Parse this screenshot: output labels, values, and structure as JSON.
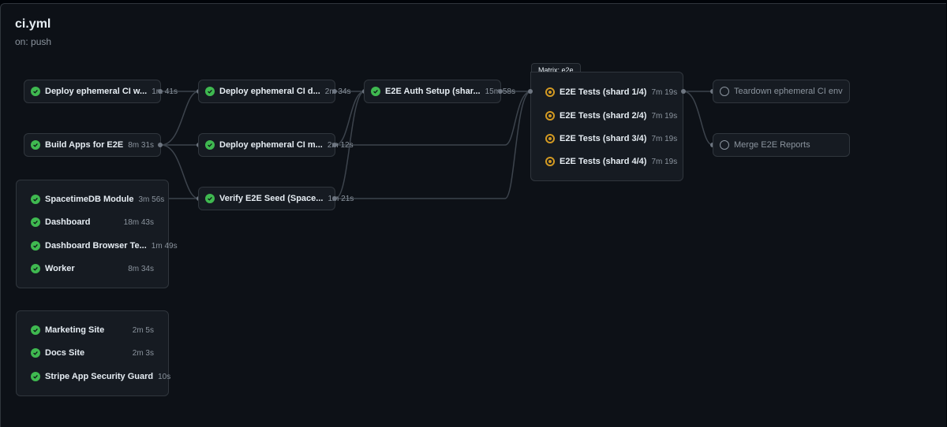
{
  "workflow": {
    "title": "ci.yml",
    "trigger": "on: push"
  },
  "jobs": {
    "deploy_ci_w": {
      "name": "Deploy ephemeral CI w...",
      "duration": "1m 41s"
    },
    "build_apps": {
      "name": "Build Apps for E2E",
      "duration": "8m 31s"
    },
    "deploy_ci_d": {
      "name": "Deploy ephemeral CI d...",
      "duration": "2m 34s"
    },
    "deploy_ci_m": {
      "name": "Deploy ephemeral CI m...",
      "duration": "2m 12s"
    },
    "verify_seed": {
      "name": "Verify E2E Seed (Space...",
      "duration": "1m 21s"
    },
    "auth_setup": {
      "name": "E2E Auth Setup (shar...",
      "duration": "15m 58s"
    },
    "teardown": {
      "name": "Teardown ephemeral CI env",
      "duration": ""
    },
    "merge_reports": {
      "name": "Merge E2E Reports",
      "duration": ""
    }
  },
  "group1": [
    {
      "name": "SpacetimeDB Module",
      "duration": "3m 56s"
    },
    {
      "name": "Dashboard",
      "duration": "18m 43s"
    },
    {
      "name": "Dashboard Browser Te...",
      "duration": "1m 49s"
    },
    {
      "name": "Worker",
      "duration": "8m 34s"
    }
  ],
  "group2": [
    {
      "name": "Marketing Site",
      "duration": "2m 5s"
    },
    {
      "name": "Docs Site",
      "duration": "2m 3s"
    },
    {
      "name": "Stripe App Security Guard",
      "duration": "10s"
    }
  ],
  "matrix": {
    "label": "Matrix: e2e",
    "jobs": [
      {
        "name": "E2E Tests (shard 1/4)",
        "duration": "7m 19s"
      },
      {
        "name": "E2E Tests (shard 2/4)",
        "duration": "7m 19s"
      },
      {
        "name": "E2E Tests (shard 3/4)",
        "duration": "7m 19s"
      },
      {
        "name": "E2E Tests (shard 4/4)",
        "duration": "7m 19s"
      }
    ]
  },
  "colors": {
    "success": "#3fb950",
    "running": "#d29922",
    "queued": "#8b949e",
    "background": "#0d1117"
  },
  "icons": {
    "success": "check-circle-icon",
    "running": "in-progress-icon",
    "queued": "queued-circle-icon"
  }
}
